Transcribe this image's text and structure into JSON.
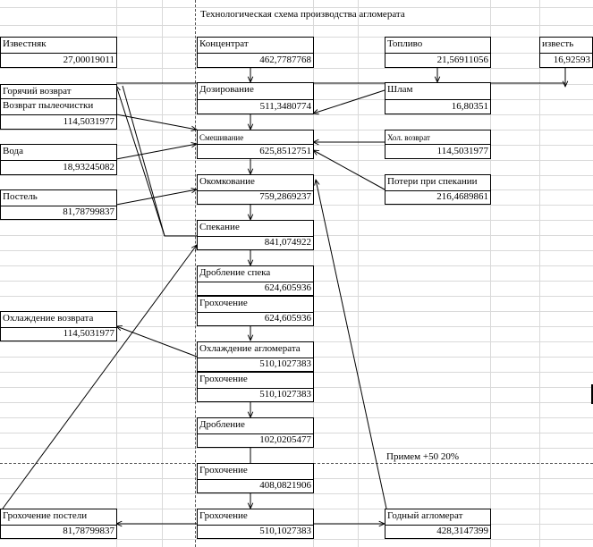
{
  "title": "Технологическая схема производства агломерата",
  "note": "Примем +50 20%",
  "nodes": {
    "izvestnyak": {
      "label": "Известняк",
      "value": "27,00019011"
    },
    "koncentrat": {
      "label": "Концентрат",
      "value": "462,7787768"
    },
    "toplivo": {
      "label": "Топливо",
      "value": "21,56911056"
    },
    "izvest": {
      "label": "известь",
      "value": "16,92593"
    },
    "goryachiy": {
      "label": "Горячий возврат"
    },
    "vozvrat_pyl": {
      "label": "Возврат пылеочистки",
      "value": "114,5031977"
    },
    "dozirovanie": {
      "label": "Дозирование",
      "value": "511,3480774"
    },
    "shlam": {
      "label": "Шлам",
      "value": "16,80351"
    },
    "voda": {
      "label": "Вода",
      "value": "18,93245082"
    },
    "smeshivanie": {
      "label": "Смешивание",
      "value": "625,8512751"
    },
    "hol_vozvrat": {
      "label": "Хол. возврат",
      "value": "114,5031977"
    },
    "postel": {
      "label": "Постель",
      "value": "81,78799837"
    },
    "okomkovanie": {
      "label": "Окомкование",
      "value": "759,2869237"
    },
    "poteri": {
      "label": "Потери при спекании",
      "value": "216,4689861"
    },
    "spekanie": {
      "label": "Спекание",
      "value": "841,074922"
    },
    "droblenie_speka": {
      "label": "Дробление спека",
      "value": "624,605936"
    },
    "grohochenie1": {
      "label": "Грохочение",
      "value": "624,605936"
    },
    "ohl_vozvrata": {
      "label": "Охлаждение возврата",
      "value": "114,5031977"
    },
    "ohl_aglomerata": {
      "label": "Охлаждение агломерата",
      "value": "510,1027383"
    },
    "grohochenie2": {
      "label": "Грохочение",
      "value": "510,1027383"
    },
    "droblenie": {
      "label": "Дробление",
      "value": "102,0205477"
    },
    "grohochenie3": {
      "label": "Грохочение",
      "value": "408,0821906"
    },
    "grohochenie4": {
      "label": "Грохочение",
      "value": "510,1027383"
    },
    "groh_posteli": {
      "label": "Грохочение постели",
      "value": "81,78799837"
    },
    "godnyy": {
      "label": "Годный агломерат",
      "value": "428,3147399"
    }
  }
}
